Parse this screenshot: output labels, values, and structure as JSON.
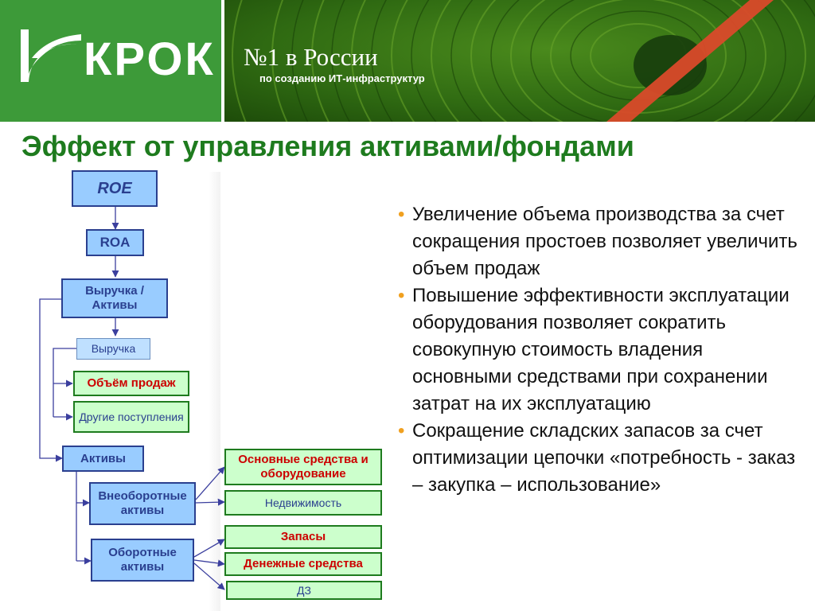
{
  "header": {
    "logo_text": "КРОК",
    "tagline": "№1 в России",
    "subtagline": "по созданию ИТ-инфраструктур"
  },
  "title": "Эффект от управления активами/фондами",
  "diagram": {
    "roe": "ROE",
    "roa": "ROA",
    "revenue_assets": "Выручка / Активы",
    "revenue": "Выручка",
    "sales_volume": "Объём продаж",
    "other_income": "Другие поступления",
    "assets": "Активы",
    "noncurrent_assets": "Внеоборотные активы",
    "current_assets": "Оборотные активы",
    "fixed_assets_equipment": "Основные средства и оборудование",
    "real_estate": "Недвижимость",
    "inventory": "Запасы",
    "cash": "Денежные средства",
    "receivables": "ДЗ"
  },
  "bullets": [
    "Увеличение объема производства за счет сокращения простоев позволяет увеличить объем продаж",
    "Повышение эффективности эксплуатации оборудования позволяет сократить совокупную стоимость владения основными средствами при сохранении затрат на их эксплуатацию",
    "Сокращение складских запасов за счет оптимизации цепочки «потребность - заказ – закупка – использование»"
  ],
  "colors": {
    "brand_green": "#3d9a39",
    "title_green": "#1e7b1e",
    "box_blue": "#99ccff",
    "box_green": "#ccffcc",
    "accent_red": "#cc0000",
    "bullet_orange": "#f0a020",
    "connector": "#3b3f9e"
  }
}
